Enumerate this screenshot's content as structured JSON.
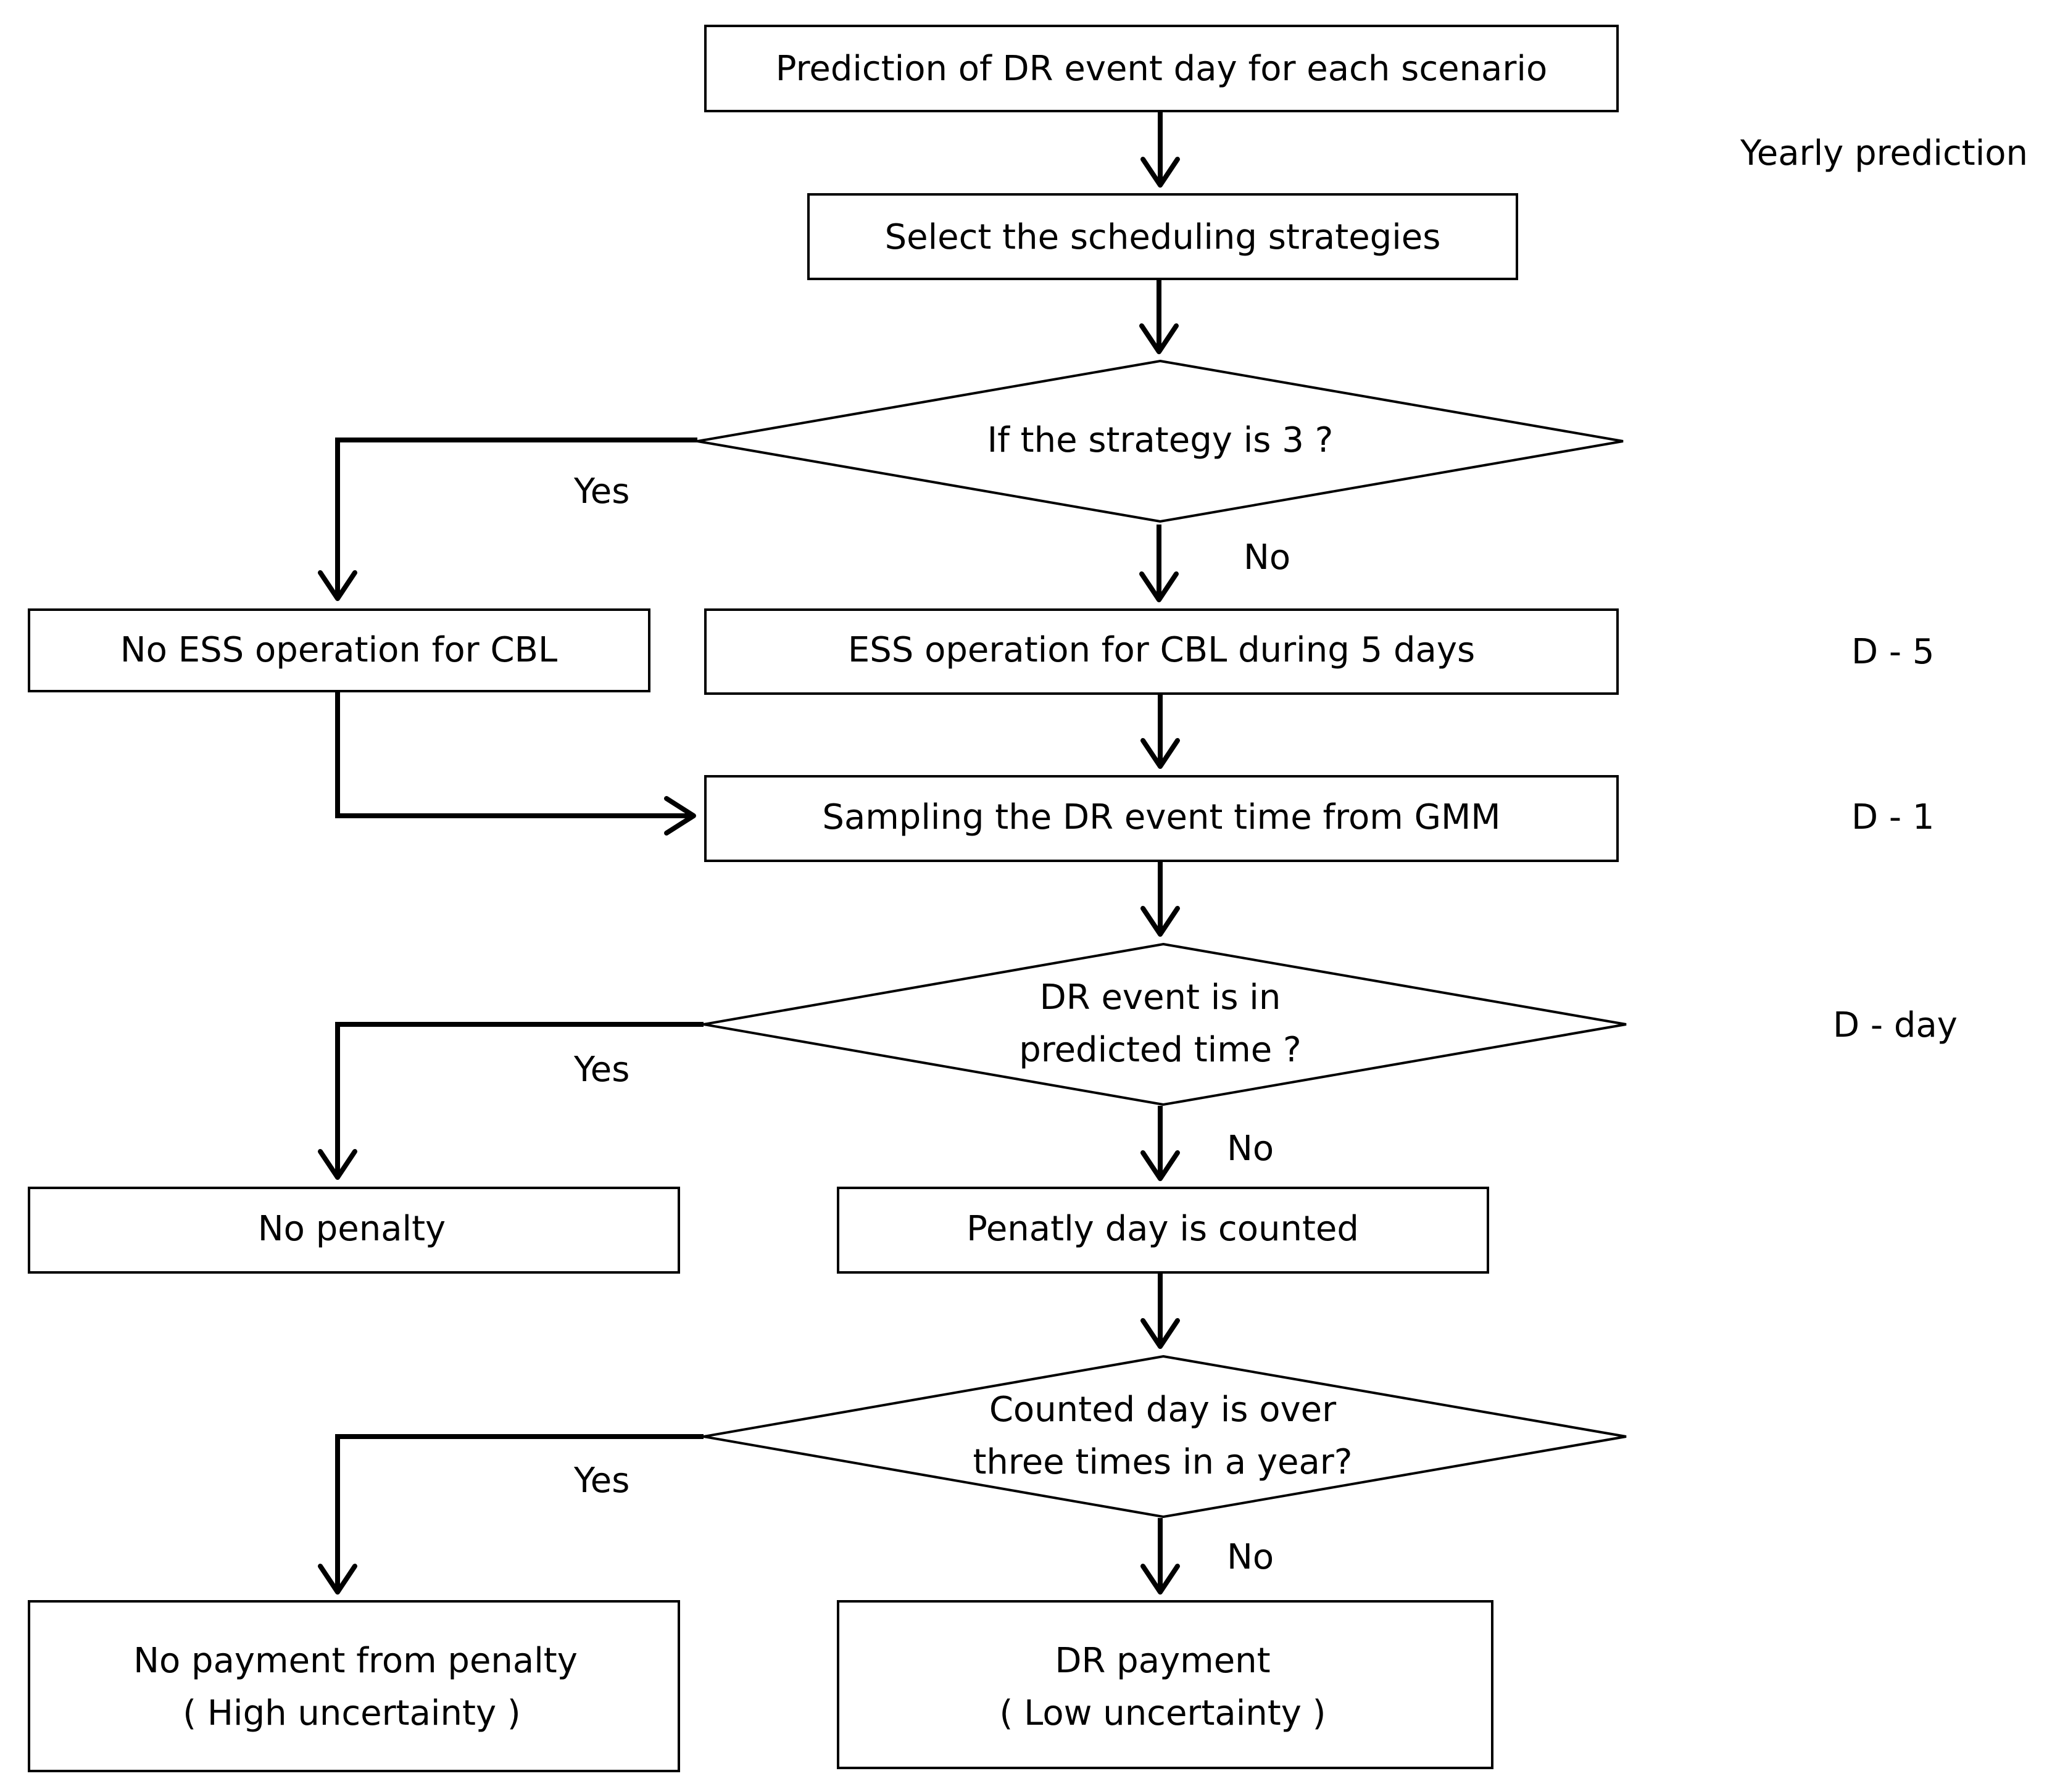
{
  "nodes": {
    "predict_dr_day": "Prediction of DR event day for each scenario",
    "select_strategies": "Select the scheduling strategies",
    "decision_strategy3": "If the strategy is 3 ?",
    "no_ess_cbl": "No ESS operation for CBL",
    "ess_cbl_5days": "ESS operation for CBL during 5 days",
    "sampling_gmm": "Sampling the DR event time from GMM",
    "decision_predicted_time": [
      "DR event is in",
      "predicted time ?"
    ],
    "no_penalty": "No penalty",
    "penalty_counted": "Penatly day is counted",
    "decision_over_three": [
      "Counted day is over",
      "three times in a year?"
    ],
    "no_payment": [
      "No payment from penalty",
      "( High uncertainty )"
    ],
    "dr_payment": [
      "DR payment",
      "( Low uncertainty )"
    ]
  },
  "branch_labels": {
    "yes1": "Yes",
    "no1": "No",
    "yes2": "Yes",
    "no2": "No",
    "yes3": "Yes",
    "no3": "No"
  },
  "timeline": {
    "yearly": "Yearly prediction",
    "d5": "D - 5",
    "d1": "D - 1",
    "dday": "D - day"
  }
}
